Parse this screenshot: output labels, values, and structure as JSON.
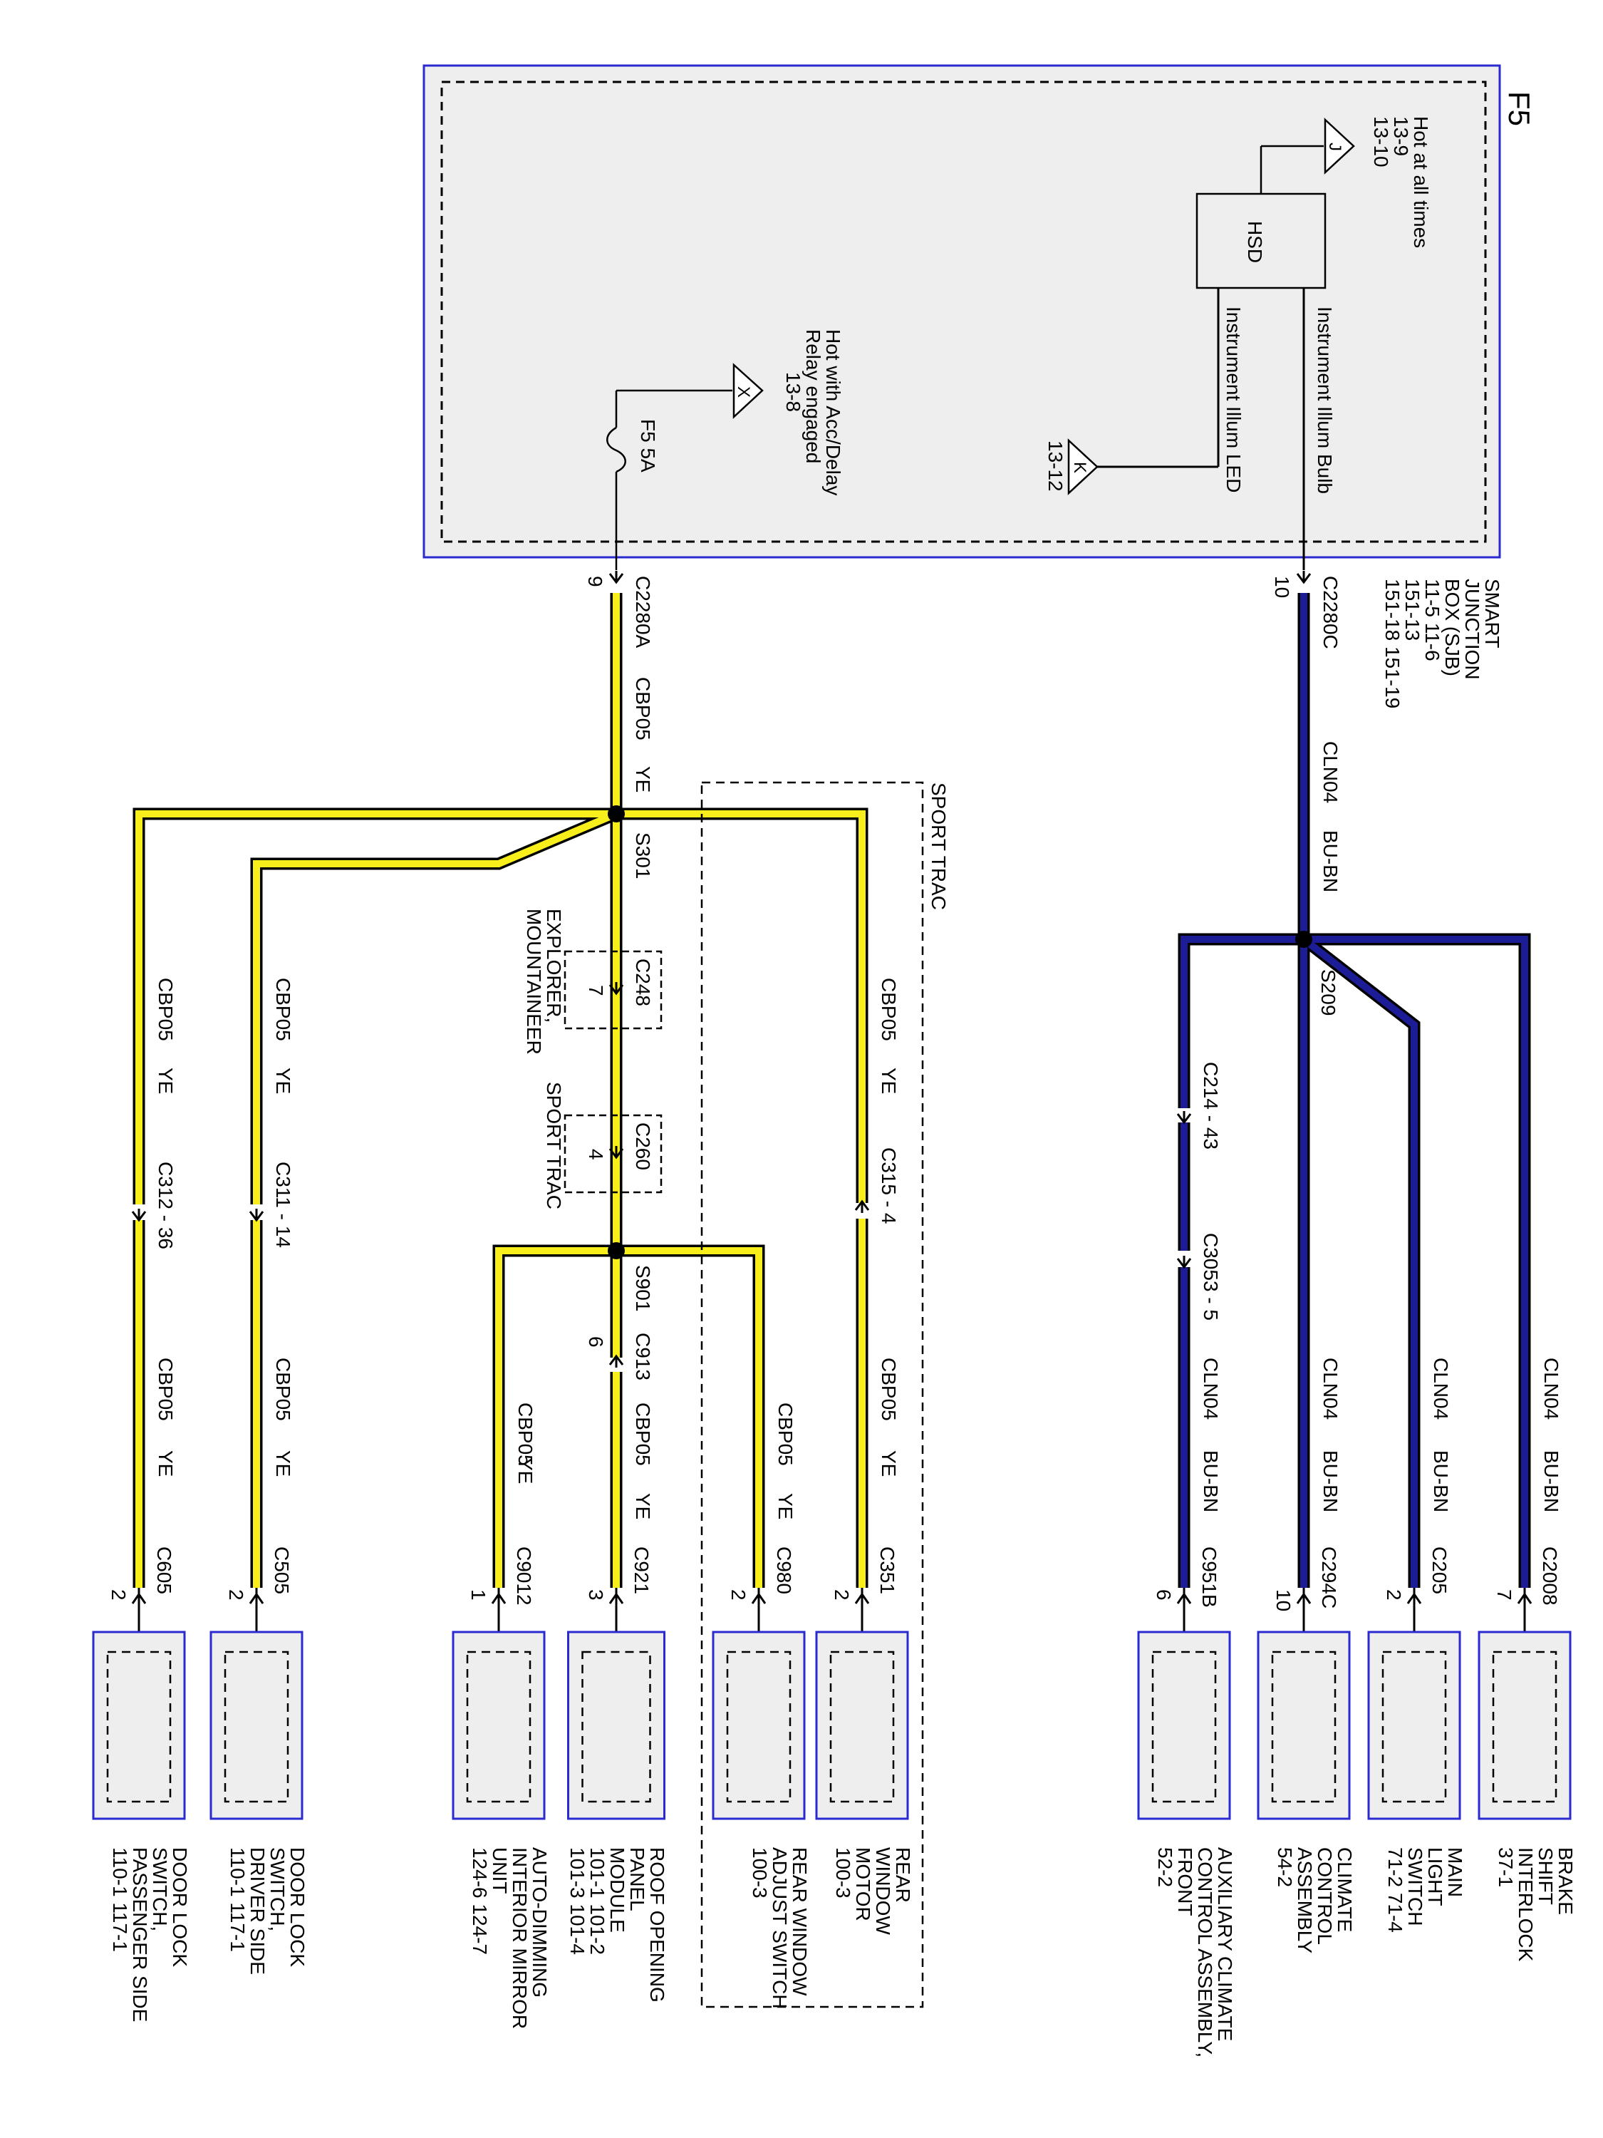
{
  "page": {
    "label": "F5"
  },
  "sjb": {
    "title": "SMART JUNCTION BOX (SJB)",
    "lines": [
      "SMART",
      "JUNCTION",
      "BOX (SJB)",
      "11-5      11-6",
      "151-13",
      "151-18   151-19"
    ],
    "hot_at_all_times": [
      "Hot at all times",
      "13-9",
      "13-10"
    ],
    "hot_acc": [
      "Hot with Acc/Delay",
      "Relay engaged",
      "13-8"
    ],
    "bus_j": "J",
    "bus_x": "X",
    "ref_k": "K",
    "ref_k_page": "13-12",
    "hsd": "HSD",
    "illum_bulb": "Instrument Illum Bulb",
    "illum_led": "Instrument Illum LED",
    "fuse": "F5  5A",
    "conn_c": "C2280C",
    "pin_c": "10",
    "conn_a": "C2280A",
    "pin_a": "9"
  },
  "wire_colors": {
    "yellow": "#f7ee1b",
    "blue": "#1c1c96",
    "box_outline": "#2a2ad0",
    "box_fill": "#eeeeee"
  },
  "circuits": {
    "cln04": "CLN04",
    "bubn": "BU-BN",
    "cbp05": "CBP05",
    "ye": "YE"
  },
  "splices": {
    "s209": "S209",
    "s301": "S301",
    "s901": "S901"
  },
  "inline_connectors": {
    "c214": "C214  -  43",
    "c3053": "C3053  -  5",
    "c248": "C248",
    "c248_pin": "7",
    "c260": "C260",
    "c260_pin": "4",
    "c913": "C913",
    "c913_pin": "6",
    "c315": "C315  -  4",
    "c311": "C311  -  14",
    "c312": "C312  -  36"
  },
  "variants": {
    "sport_trac": "SPORT TRAC",
    "explorer": [
      "EXPLORER,",
      "MOUNTAINEER"
    ],
    "sport_trac_c260": "SPORT TRAC"
  },
  "components": [
    {
      "conn": "C2008",
      "pin": "7",
      "lines": [
        "BRAKE",
        "SHIFT",
        "INTERLOCK",
        "37-1"
      ]
    },
    {
      "conn": "C205",
      "pin": "2",
      "lines": [
        "MAIN",
        "LIGHT",
        "SWITCH",
        "71-2   71-4"
      ]
    },
    {
      "conn": "C294C",
      "pin": "10",
      "lines": [
        "CLIMATE",
        "CONTROL",
        "ASSEMBLY",
        "54-2"
      ]
    },
    {
      "conn": "C951B",
      "pin": "6",
      "lines": [
        "AUXILIARY CLIMATE",
        "CONTROL ASSEMBLY,",
        "FRONT",
        "52-2"
      ]
    },
    {
      "conn": "C351",
      "pin": "2",
      "lines": [
        "REAR",
        "WINDOW",
        "MOTOR",
        "100-3"
      ]
    },
    {
      "conn": "C980",
      "pin": "2",
      "lines": [
        "REAR WINDOW",
        "ADJUST SWITCH",
        "100-3"
      ]
    },
    {
      "conn": "C921",
      "pin": "3",
      "lines": [
        "ROOF OPENING",
        "PANEL",
        "MODULE",
        "101-1   101-2",
        "101-3   101-4"
      ]
    },
    {
      "conn": "C9012",
      "pin": "1",
      "lines": [
        "AUTO-DIMMING",
        "INTERIOR MIRROR",
        "UNIT",
        "124-6       124-7"
      ]
    },
    {
      "conn": "C505",
      "pin": "2",
      "lines": [
        "DOOR LOCK",
        "SWITCH,",
        "DRIVER SIDE",
        "110-1     117-1"
      ]
    },
    {
      "conn": "C605",
      "pin": "2",
      "lines": [
        "DOOR LOCK",
        "SWITCH,",
        "PASSENGER SIDE",
        "110-1     117-1"
      ]
    }
  ]
}
